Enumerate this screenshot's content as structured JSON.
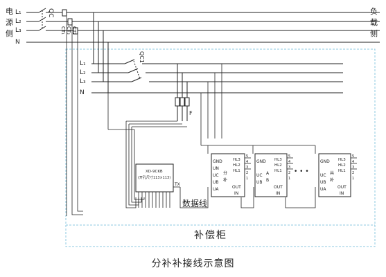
{
  "source_side": [
    "电",
    "源",
    "侧"
  ],
  "load_side": [
    "负",
    "载",
    "侧"
  ],
  "phases": [
    "L₁",
    "L₂",
    "L₃",
    "N"
  ],
  "main_breaker": "QC",
  "ct_labels": [
    "CT₁",
    "CT₂",
    "CT₃"
  ],
  "branch_lines": [
    "L₁",
    "L₂",
    "L₃",
    "N"
  ],
  "branch_breaker": "QC1",
  "fuse_label": "F",
  "controller": {
    "model": "XD-9CKB",
    "size": "(开孔尺寸113×113)",
    "tx": "TX"
  },
  "units": [
    {
      "left_terminals": [
        "GND",
        "UN",
        "UC",
        "UB",
        "UA"
      ],
      "middle": [
        "分",
        "补"
      ],
      "right_terminals": [
        "HL3",
        "HL2",
        "HL1"
      ],
      "numbers": [
        "5",
        "4",
        "3",
        "2",
        "1"
      ],
      "bottom": [
        "OUT",
        "IN"
      ]
    },
    {
      "left_terminals": [
        "GND",
        "UC",
        "UB"
      ],
      "middle": [
        "A",
        "B"
      ],
      "right_terminals": [
        "HL3",
        "HL2",
        "HL1"
      ],
      "numbers": [
        "5",
        "4",
        "3",
        "2",
        "1"
      ],
      "bottom": [
        "OUT",
        "IN"
      ]
    },
    {
      "left_terminals": [
        "GND",
        "UC",
        "UB",
        "UA"
      ],
      "middle": [
        "共",
        "补"
      ],
      "right_terminals": [
        "HL3",
        "HL2",
        "HL1"
      ],
      "numbers": [
        "5",
        "4",
        "3",
        "2",
        "1"
      ],
      "bottom": [
        "OUT",
        "IN"
      ]
    }
  ],
  "ellipsis": "• • •",
  "data_link": "数据线",
  "cabinet": "补偿柜",
  "caption": "分补补接线示意图"
}
